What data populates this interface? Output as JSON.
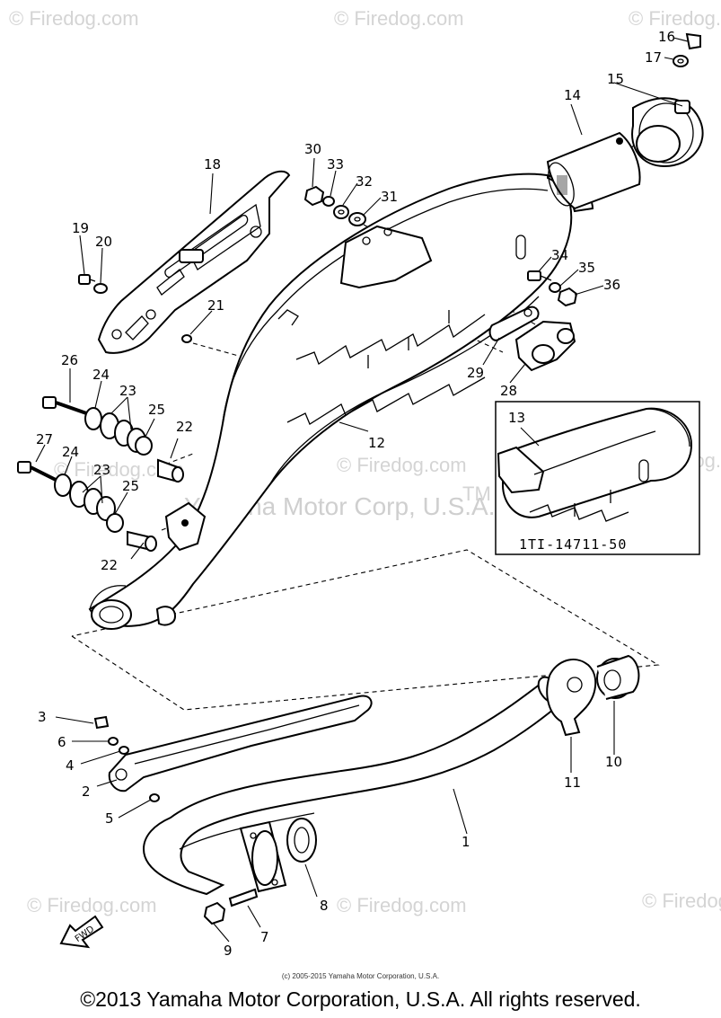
{
  "watermarks": {
    "site": "© Firedog.com",
    "center": "Yamaha Motor Corp, U.S.A.",
    "tm": "TM"
  },
  "callouts": {
    "p1": "1",
    "p2": "2",
    "p3": "3",
    "p4": "4",
    "p5": "5",
    "p6": "6",
    "p7": "7",
    "p8": "8",
    "p9": "9",
    "p10": "10",
    "p11": "11",
    "p12": "12",
    "p13": "13",
    "p14": "14",
    "p15": "15",
    "p16": "16",
    "p17": "17",
    "p18": "18",
    "p19": "19",
    "p20": "20",
    "p21": "21",
    "p22": "22",
    "p23": "23",
    "p24": "24",
    "p25": "25",
    "p26": "26",
    "p27": "27",
    "p28": "28",
    "p29": "29",
    "p30": "30",
    "p31": "31",
    "p32": "32",
    "p33": "33",
    "p34": "34",
    "p35": "35",
    "p36": "36"
  },
  "inset": {
    "code": "1TI-14711-50"
  },
  "fwd_arrow": {
    "label": "FWD"
  },
  "small_copyright": "(c) 2005-2015 Yamaha Motor Corporation, U.S.A.",
  "footer": "©2013 Yamaha Motor Corporation, U.S.A. All rights reserved."
}
